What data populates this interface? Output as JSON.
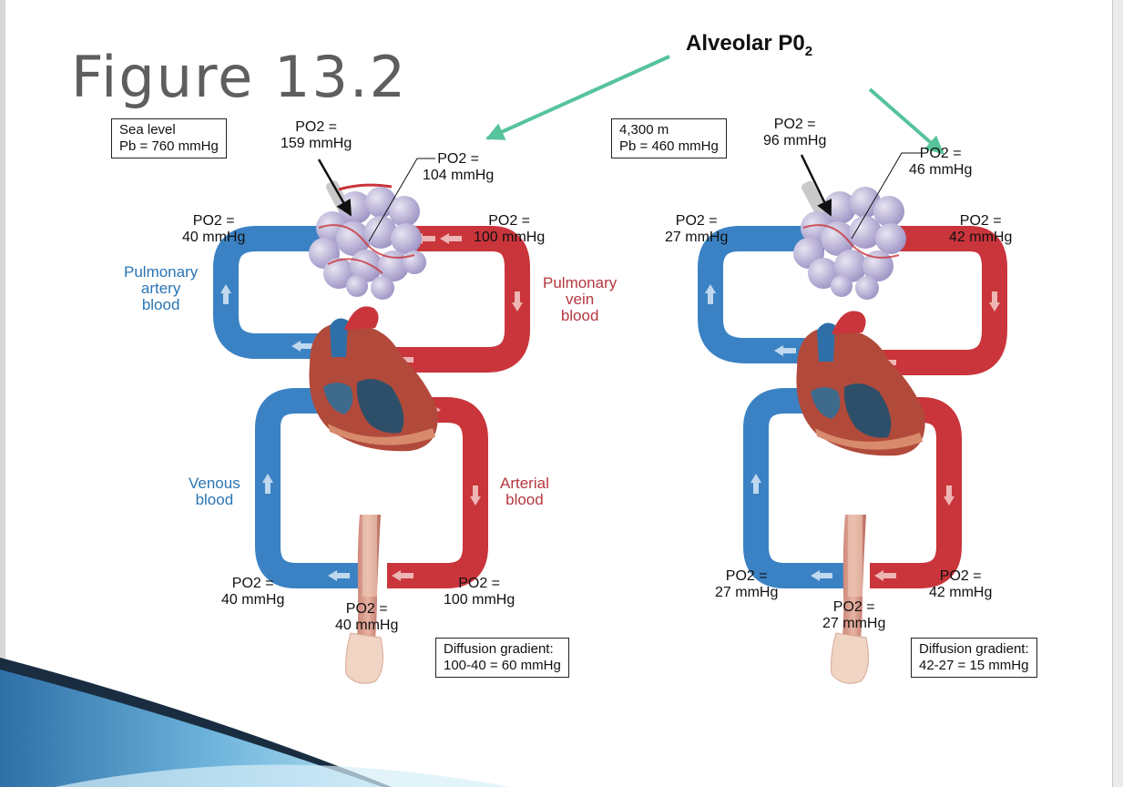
{
  "slide": {
    "title": "Figure 13.2",
    "alveolar_label": {
      "text": "Alveolar P0",
      "subscript": "2"
    }
  },
  "colors": {
    "venous": "#3b82c4",
    "arterial": "#c9353b",
    "annotation_arrow": "#56c39b",
    "title": "#5e5e5e"
  },
  "icons": [
    "lung-alveoli-icon",
    "heart-icon",
    "leg-muscle-icon",
    "flow-arrow-icon"
  ],
  "sea_level": {
    "condition": {
      "line1": "Sea level",
      "line2": "Pb = 760 mmHg"
    },
    "inspired": {
      "line1": "PO2 =",
      "line2": "159 mmHg"
    },
    "alveolar": {
      "line1": "PO2 =",
      "line2": "104 mmHg"
    },
    "pulm_artery_po2": {
      "line1": "PO2 =",
      "line2": "40 mmHg"
    },
    "pulm_vein_po2": {
      "line1": "PO2 =",
      "line2": "100 mmHg"
    },
    "venous_po2": {
      "line1": "PO2 =",
      "line2": "40 mmHg"
    },
    "tissue_po2": {
      "line1": "PO2 =",
      "line2": "40 mmHg"
    },
    "arterial_po2": {
      "line1": "PO2 =",
      "line2": "100 mmHg"
    },
    "pulm_artery_label": [
      "Pulmonary",
      "artery",
      "blood"
    ],
    "pulm_vein_label": [
      "Pulmonary",
      "vein",
      "blood"
    ],
    "venous_label": [
      "Venous",
      "blood"
    ],
    "arterial_label": [
      "Arterial",
      "blood"
    ],
    "gradient": {
      "line1": "Diffusion gradient:",
      "line2": "100-40 = 60 mmHg"
    }
  },
  "altitude": {
    "condition": {
      "line1": "4,300 m",
      "line2": "Pb = 460 mmHg"
    },
    "inspired": {
      "line1": "PO2 =",
      "line2": "96 mmHg"
    },
    "alveolar": {
      "line1": "PO2 =",
      "line2": "46 mmHg"
    },
    "pulm_artery_po2": {
      "line1": "PO2 =",
      "line2": "27 mmHg"
    },
    "pulm_vein_po2": {
      "line1": "PO2 =",
      "line2": "42 mmHg"
    },
    "venous_po2": {
      "line1": "PO2 =",
      "line2": "27 mmHg"
    },
    "tissue_po2": {
      "line1": "PO2 =",
      "line2": "27 mmHg"
    },
    "arterial_po2": {
      "line1": "PO2 =",
      "line2": "42 mmHg"
    },
    "gradient": {
      "line1": "Diffusion gradient:",
      "line2": "42-27 = 15 mmHg"
    }
  }
}
